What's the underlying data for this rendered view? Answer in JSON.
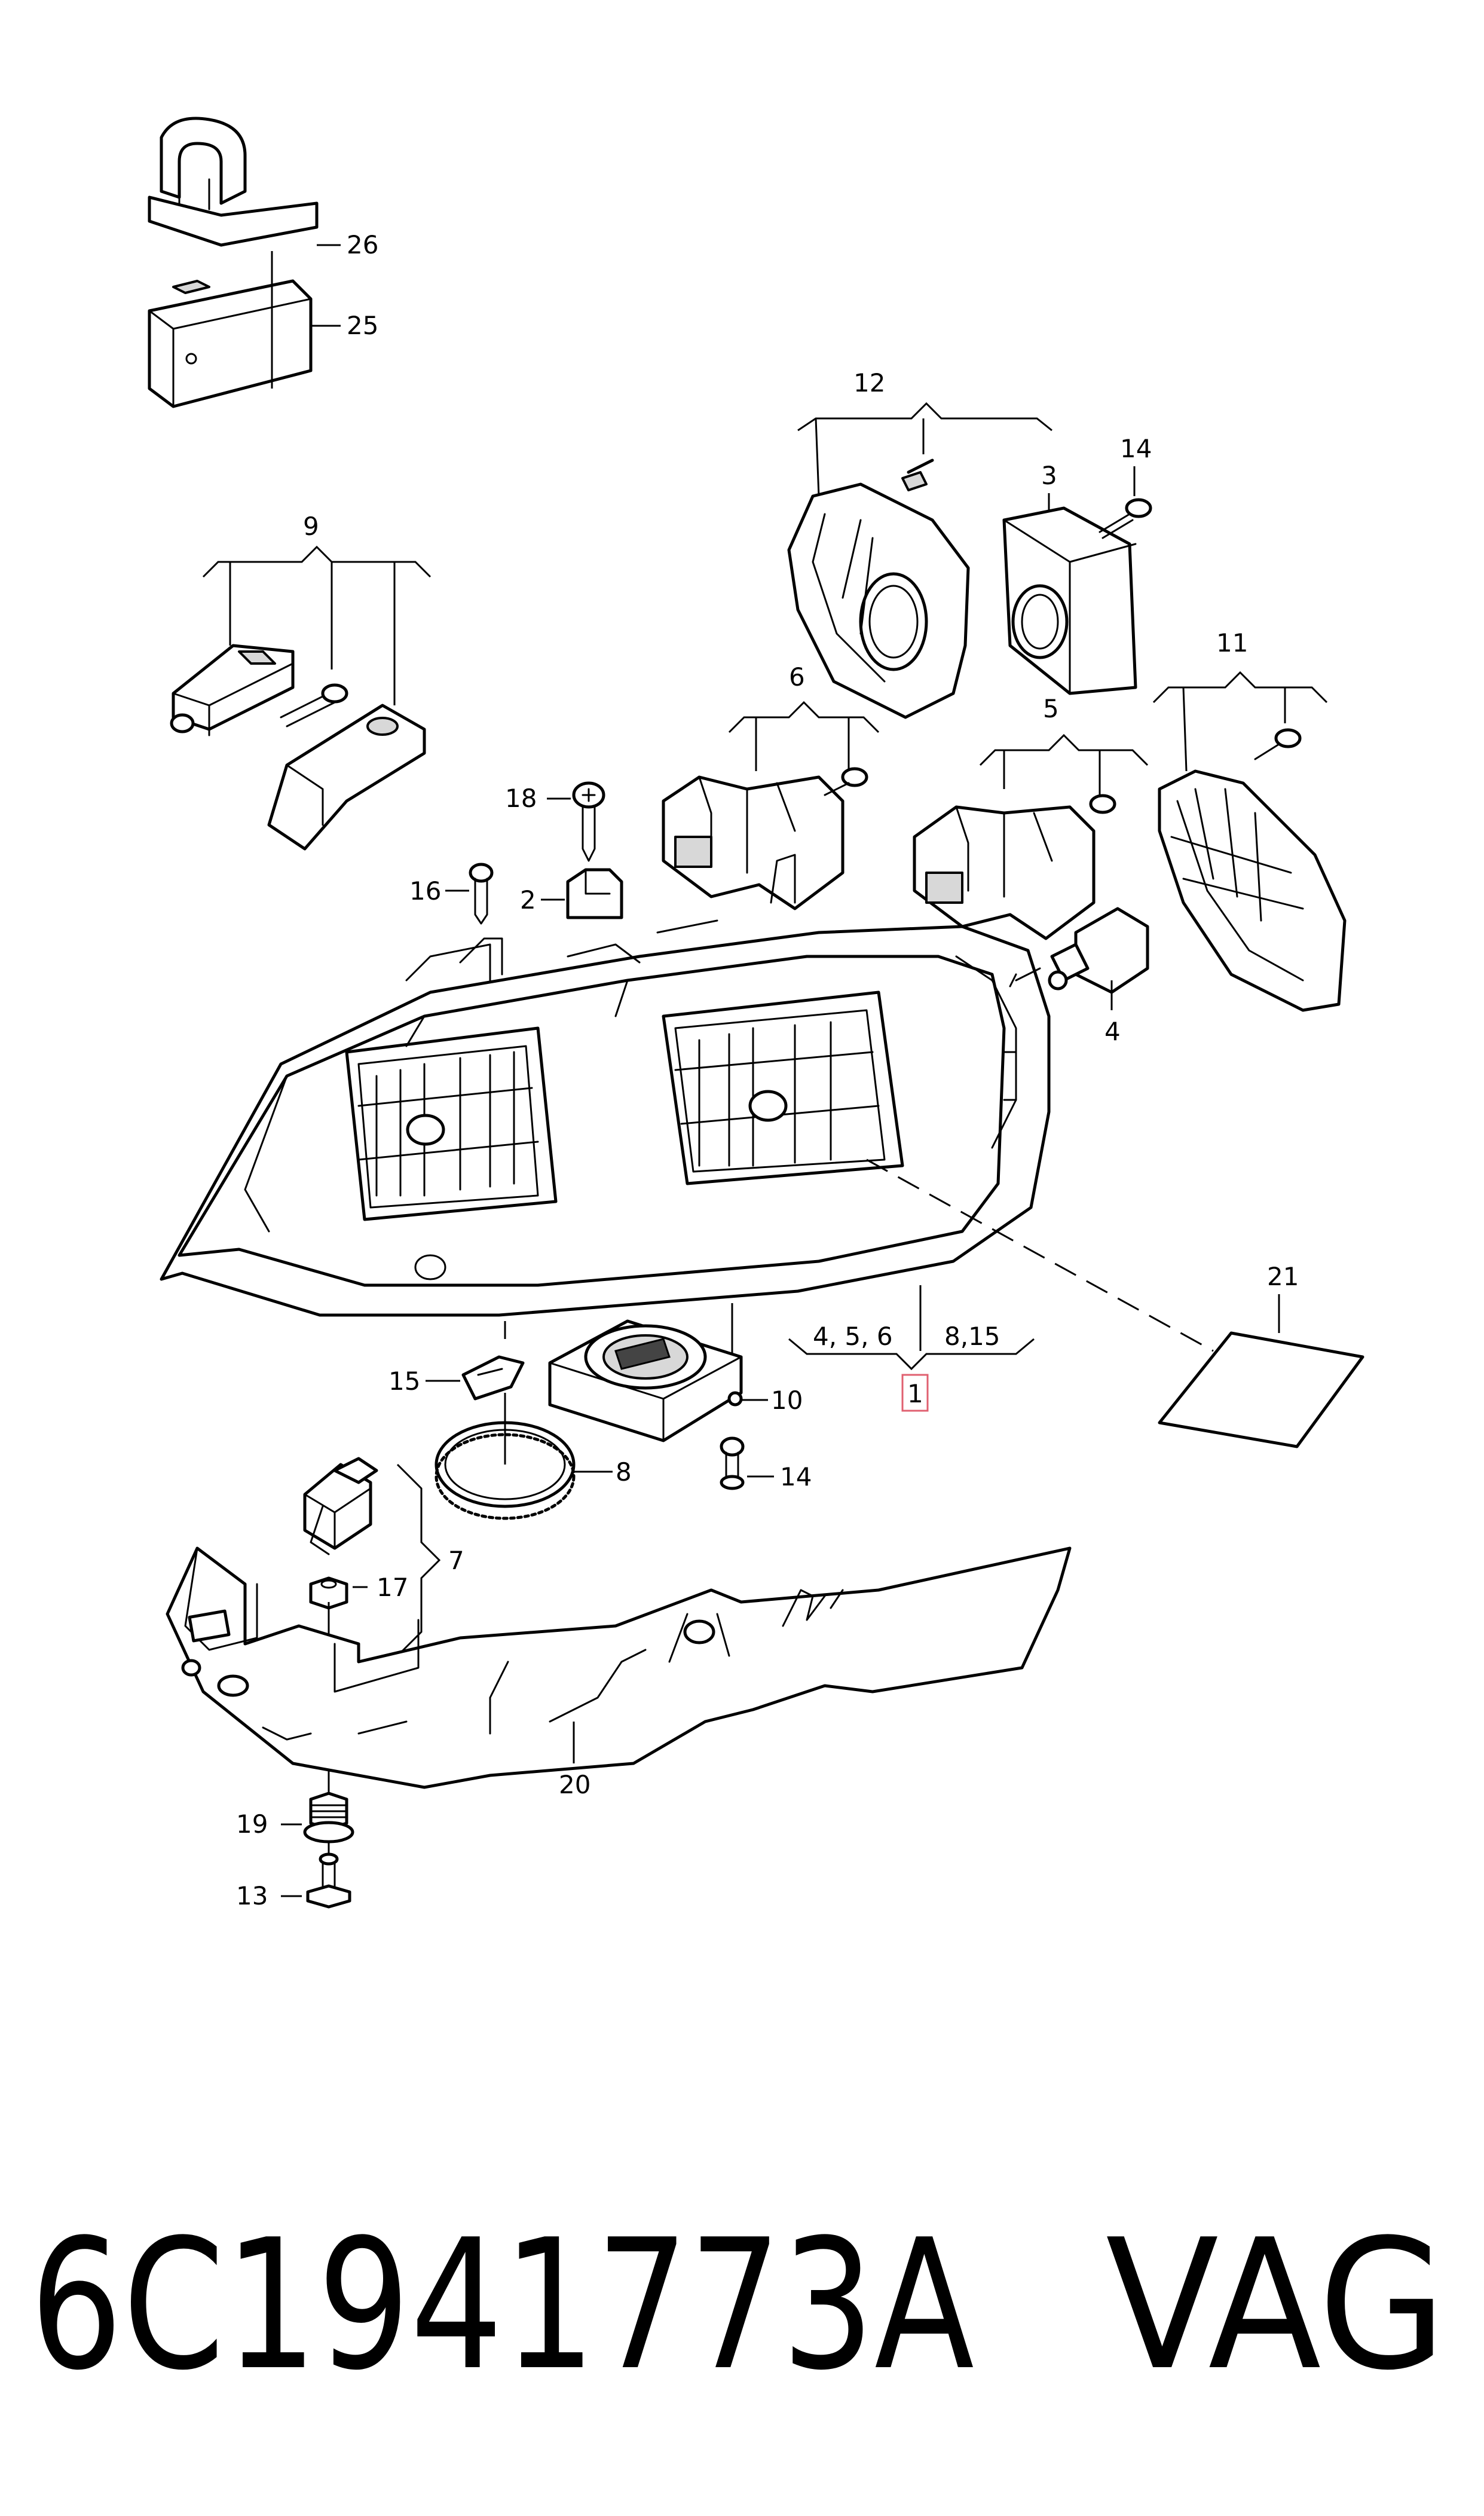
{
  "diagram": {
    "callouts": {
      "c26": "26",
      "c25": "25",
      "c12": "12",
      "c3": "3",
      "c14a": "14",
      "c9": "9",
      "c6": "6",
      "c11": "11",
      "c5": "5",
      "c18": "18",
      "c2": "2",
      "c16": "16",
      "c4": "4",
      "c21": "21",
      "c456": "4, 5, 6",
      "c815": "8,15",
      "c1": "1",
      "c15": "15",
      "c10": "10",
      "c8": "8",
      "c14b": "14",
      "c7": "7",
      "c17": "17",
      "c20": "20",
      "c19": "19",
      "c13": "13"
    },
    "highlight_color": "#e06070"
  },
  "footer": {
    "part_number": "6C1941773A",
    "brand": "VAG"
  }
}
